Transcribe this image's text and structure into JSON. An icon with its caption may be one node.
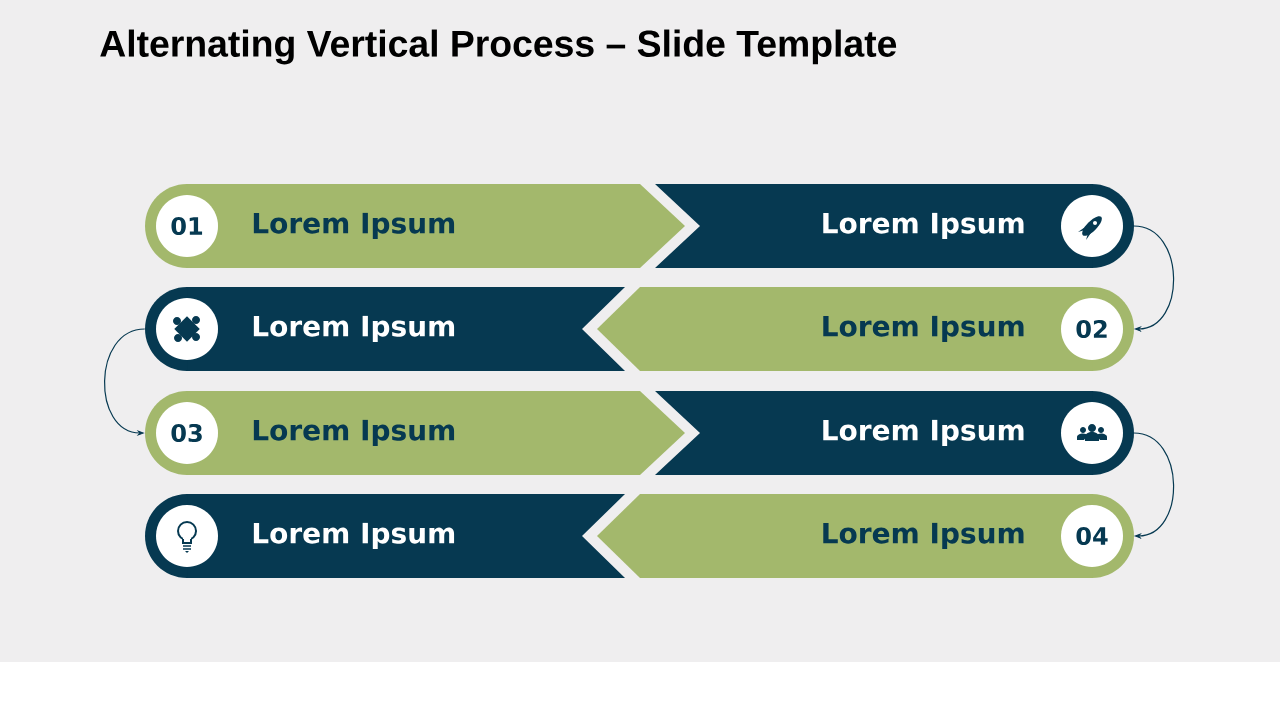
{
  "diagram": {
    "title": "Alternating Vertical Process – Slide Template",
    "nodes": [
      {
        "text": [
          "01",
          "Lorem Ipsum"
        ]
      },
      {
        "text": [
          "Lorem Ipsum"
        ]
      },
      {
        "text": [
          "Lorem Ipsum"
        ]
      },
      {
        "text": [
          "Lorem Ipsum",
          "02"
        ]
      },
      {
        "text": [
          "03",
          "Lorem Ipsum"
        ]
      },
      {
        "text": [
          "Lorem Ipsum"
        ]
      },
      {
        "text": [
          "Lorem Ipsum"
        ]
      },
      {
        "text": [
          "Lorem Ipsum",
          "04"
        ]
      }
    ],
    "edges": [
      {
        "from": 1,
        "to": 3,
        "arrow": "to"
      },
      {
        "from": 2,
        "to": 4,
        "arrow": "to"
      },
      {
        "from": 5,
        "to": 7,
        "arrow": "to"
      }
    ]
  }
}
